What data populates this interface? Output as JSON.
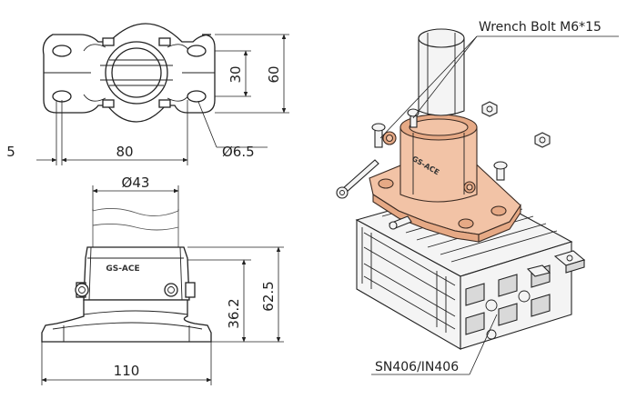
{
  "top_view": {
    "dim_width": "80",
    "dim_edge": "5",
    "dim_inner_height": "30",
    "dim_outer_height": "60",
    "dim_hole": "Ø6.5"
  },
  "front_view": {
    "dim_tube": "Ø43",
    "brand": "GS-ACE",
    "dim_center_height": "36.2",
    "dim_total_height": "62.5",
    "dim_base_width": "110"
  },
  "iso_view": {
    "bolt_label": "Wrench Bolt M6*15",
    "profile_label": "SN406/IN406",
    "brand": "GS-ACE"
  },
  "colors": {
    "line": "#222222",
    "copper": "#f2c3a6",
    "copper_dark": "#e6a985",
    "steel": "#f4f4f4"
  }
}
